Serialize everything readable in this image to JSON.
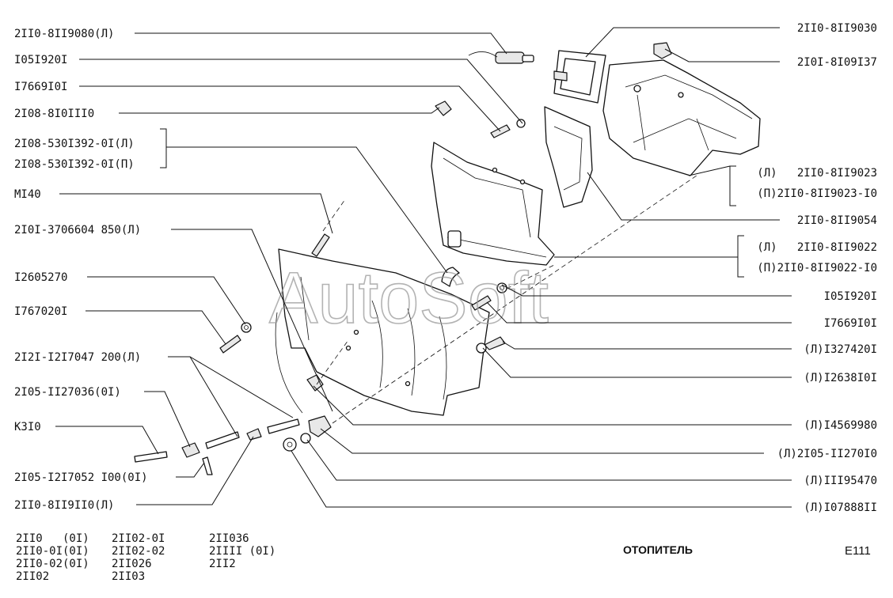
{
  "diagram": {
    "title": "ОТОПИТЕЛЬ",
    "page_code": "Е111",
    "watermark": "AutoSoft",
    "callouts_left": [
      "2II0-8II9080(Л)",
      "I05I920I",
      "I7669I0I",
      "2I08-8I0III0",
      "2I08-530I392-0I(Л)",
      "2I08-530I392-0I(П)",
      "MI40",
      "2I0I-3706604 850(Л)",
      "I2605270",
      "I767020I",
      "2I2I-I2I7047 200(Л)",
      "2I05-II27036(0I)",
      "К3I0",
      "2I05-I2I7052 I00(0I)",
      "2II0-8II9II0(Л)"
    ],
    "callouts_right": [
      "2II0-8II9030",
      "2I0I-8I09I37",
      "(Л)   2II0-8II9023",
      "(П)2II0-8II9023-I0",
      "2II0-8II9054",
      "(Л)   2II0-8II9022",
      "(П)2II0-8II9022-I0",
      "I05I920I",
      "I7669I0I",
      "(Л)I327420I",
      "(Л)I2638I0I",
      "(Л)I4569980",
      "(Л)2I05-II270I0",
      "(Л)III95470",
      "(Л)I07888II"
    ],
    "models": [
      "2II0   (0I)",
      "2II0-0I(0I)",
      "2II0-02(0I)",
      "2II02",
      "2II02-0I",
      "2II02-02",
      "2II026",
      "2II03",
      "2II036",
      "2IIII (0I)",
      "2II2"
    ]
  }
}
